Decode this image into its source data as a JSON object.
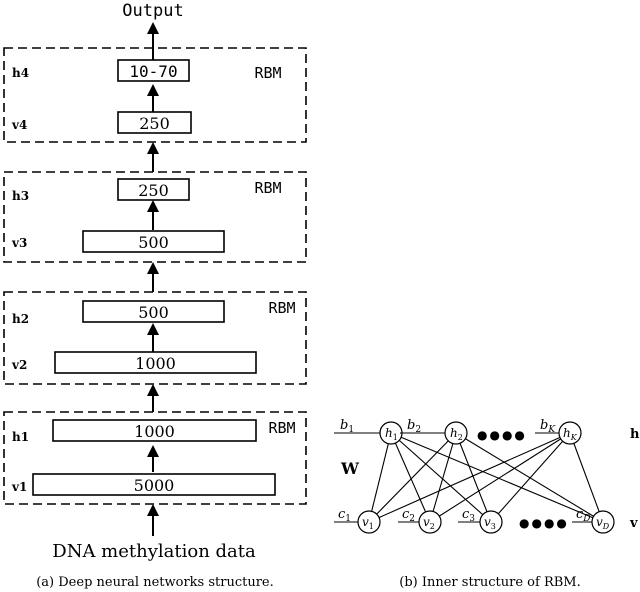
{
  "dnn": {
    "output_label": "Output",
    "input_label": "DNA methylation data",
    "caption": "(a) Deep neural networks structure.",
    "rbm_label": "RBM",
    "blocks": [
      {
        "upper": {
          "label": "h4",
          "units": "10-70"
        },
        "lower": {
          "label": "v4",
          "units": "250"
        }
      },
      {
        "upper": {
          "label": "h3",
          "units": "250"
        },
        "lower": {
          "label": "v3",
          "units": "500"
        }
      },
      {
        "upper": {
          "label": "h2",
          "units": "500"
        },
        "lower": {
          "label": "v2",
          "units": "1000"
        }
      },
      {
        "upper": {
          "label": "h1",
          "units": "1000"
        },
        "lower": {
          "label": "v1",
          "units": "5000"
        }
      }
    ]
  },
  "rbm": {
    "caption": "(b) Inner structure of RBM.",
    "weight_label": "W",
    "hidden_row_label": "h",
    "visible_row_label": "v",
    "ellipsis": "●●●●",
    "hidden": [
      {
        "node": "h",
        "sub": "1",
        "bias": "b",
        "bias_sub": "1"
      },
      {
        "node": "h",
        "sub": "2",
        "bias": "b",
        "bias_sub": "2"
      },
      {
        "node": "h",
        "sub": "K",
        "bias": "b",
        "bias_sub": "K"
      }
    ],
    "visible": [
      {
        "node": "v",
        "sub": "1",
        "bias": "c",
        "bias_sub": "1"
      },
      {
        "node": "v",
        "sub": "2",
        "bias": "c",
        "bias_sub": "2"
      },
      {
        "node": "v",
        "sub": "3",
        "bias": "c",
        "bias_sub": "3"
      },
      {
        "node": "v",
        "sub": "D",
        "bias": "c",
        "bias_sub": "D"
      }
    ]
  }
}
